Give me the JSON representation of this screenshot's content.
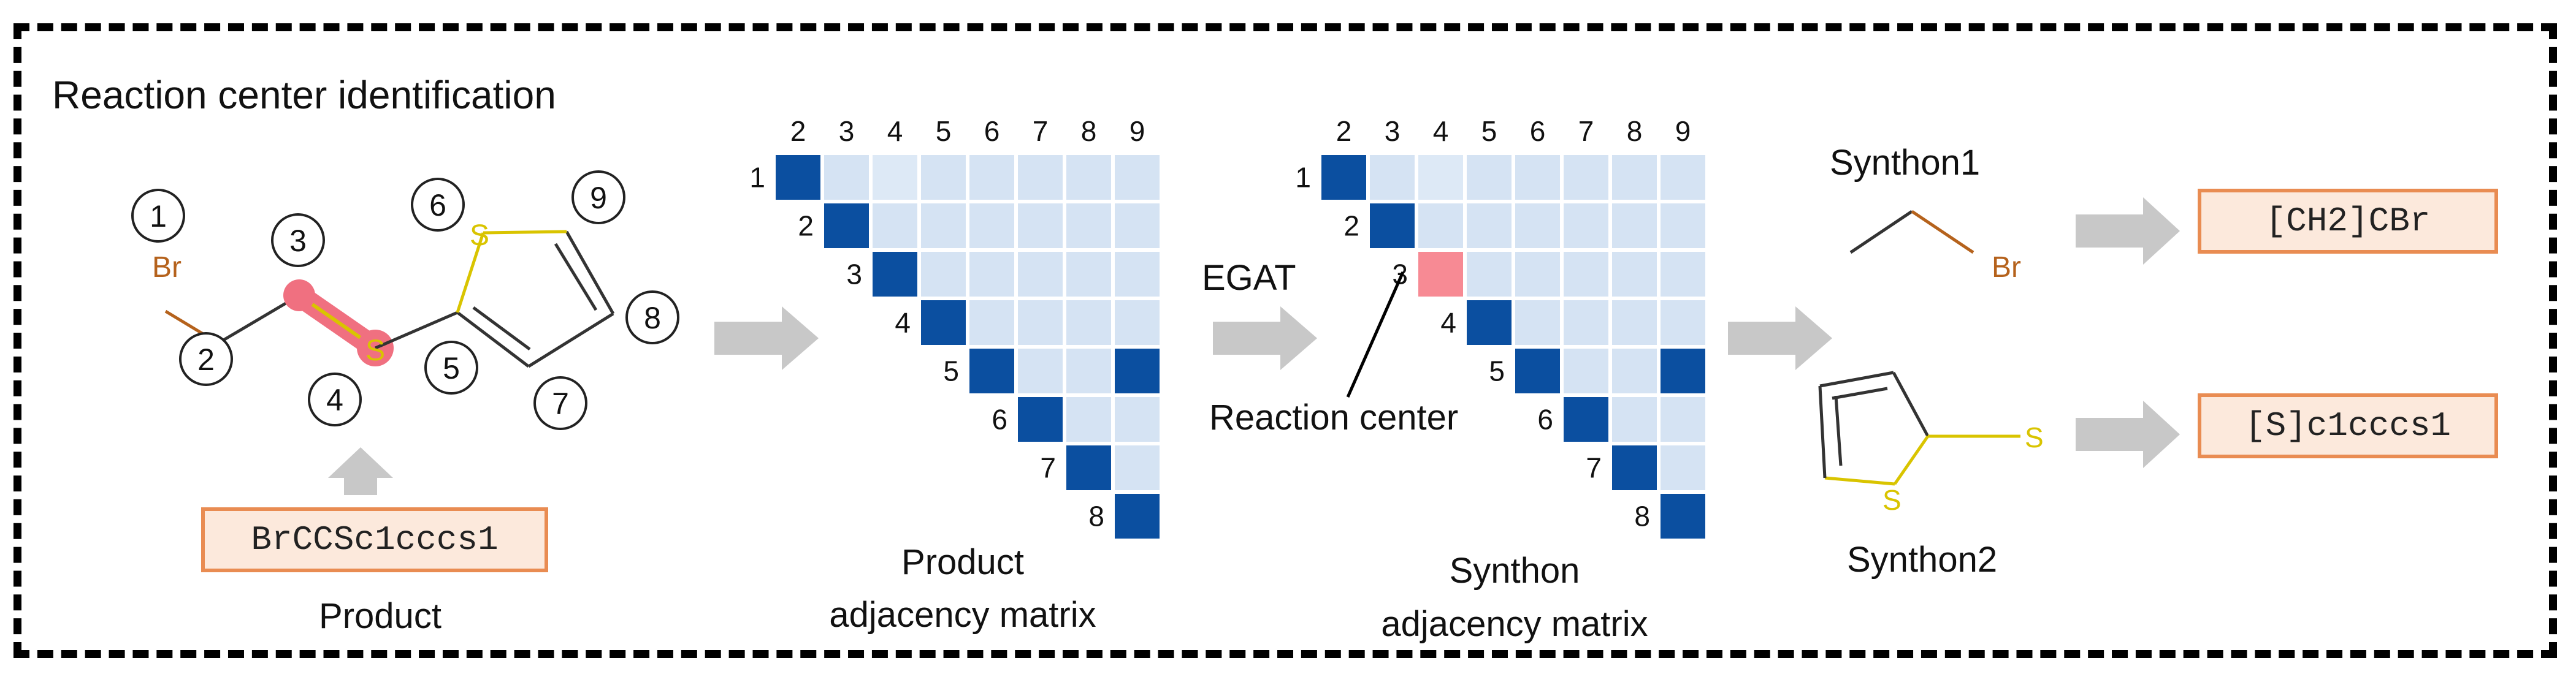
{
  "title": "Reaction center identification",
  "product": {
    "smiles": "BrCCSc1cccs1",
    "caption": "Product",
    "atoms": {
      "br": "Br",
      "s": "S"
    },
    "atom_numbers": [
      "1",
      "2",
      "3",
      "4",
      "5",
      "6",
      "7",
      "8",
      "9"
    ]
  },
  "product_matrix": {
    "caption_line1": "Product",
    "caption_line2": "adjacency matrix",
    "col_labels": [
      "2",
      "3",
      "4",
      "5",
      "6",
      "7",
      "8",
      "9"
    ],
    "row_labels": [
      "1",
      "2",
      "3",
      "4",
      "5",
      "6",
      "7",
      "8"
    ],
    "bonds": [
      [
        1,
        2
      ],
      [
        2,
        3
      ],
      [
        3,
        4
      ],
      [
        4,
        5
      ],
      [
        5,
        6
      ],
      [
        5,
        9
      ],
      [
        6,
        7
      ],
      [
        7,
        8
      ],
      [
        8,
        9
      ]
    ]
  },
  "egat_label": "EGAT",
  "synthon_matrix": {
    "caption_line1": "Synthon",
    "caption_line2": "adjacency matrix",
    "col_labels": [
      "2",
      "3",
      "4",
      "5",
      "6",
      "7",
      "8",
      "9"
    ],
    "row_labels": [
      "1",
      "2",
      "3",
      "4",
      "5",
      "6",
      "7",
      "8"
    ],
    "bonds": [
      [
        1,
        2
      ],
      [
        2,
        3
      ],
      [
        4,
        5
      ],
      [
        5,
        6
      ],
      [
        5,
        9
      ],
      [
        6,
        7
      ],
      [
        7,
        8
      ],
      [
        8,
        9
      ]
    ],
    "reaction_center": [
      3,
      4
    ],
    "reaction_center_label": "Reaction center"
  },
  "synthon1": {
    "label": "Synthon1",
    "atom": "Br",
    "smiles": "[CH2]CBr"
  },
  "synthon2": {
    "label": "Synthon2",
    "atom_ring": "S",
    "atom_sub": "S",
    "smiles": "[S]c1cccs1"
  },
  "colors": {
    "bond_cell": "#0b4fa0",
    "empty_cell": "#d5e3f3",
    "faint_cell": "#c2daf1",
    "reaction_center": "#f78a94",
    "highlight": "#f07080",
    "arrow": "#c8c8c8",
    "box_border": "#e98c52",
    "box_fill": "#fce9dc",
    "br_color": "#b5621c",
    "s_color": "#d9c400"
  }
}
